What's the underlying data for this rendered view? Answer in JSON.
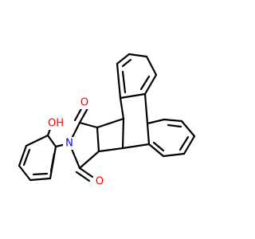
{
  "molecule": {
    "colors": {
      "bond": "#000000",
      "oxygen": "#ff0000",
      "nitrogen": "#0000ff",
      "background": "#ffffff"
    },
    "atom_labels": {
      "hydroxyl": "OH",
      "nitrogen": "N",
      "carbonyl_upper": "O",
      "carbonyl_lower": "O"
    }
  }
}
